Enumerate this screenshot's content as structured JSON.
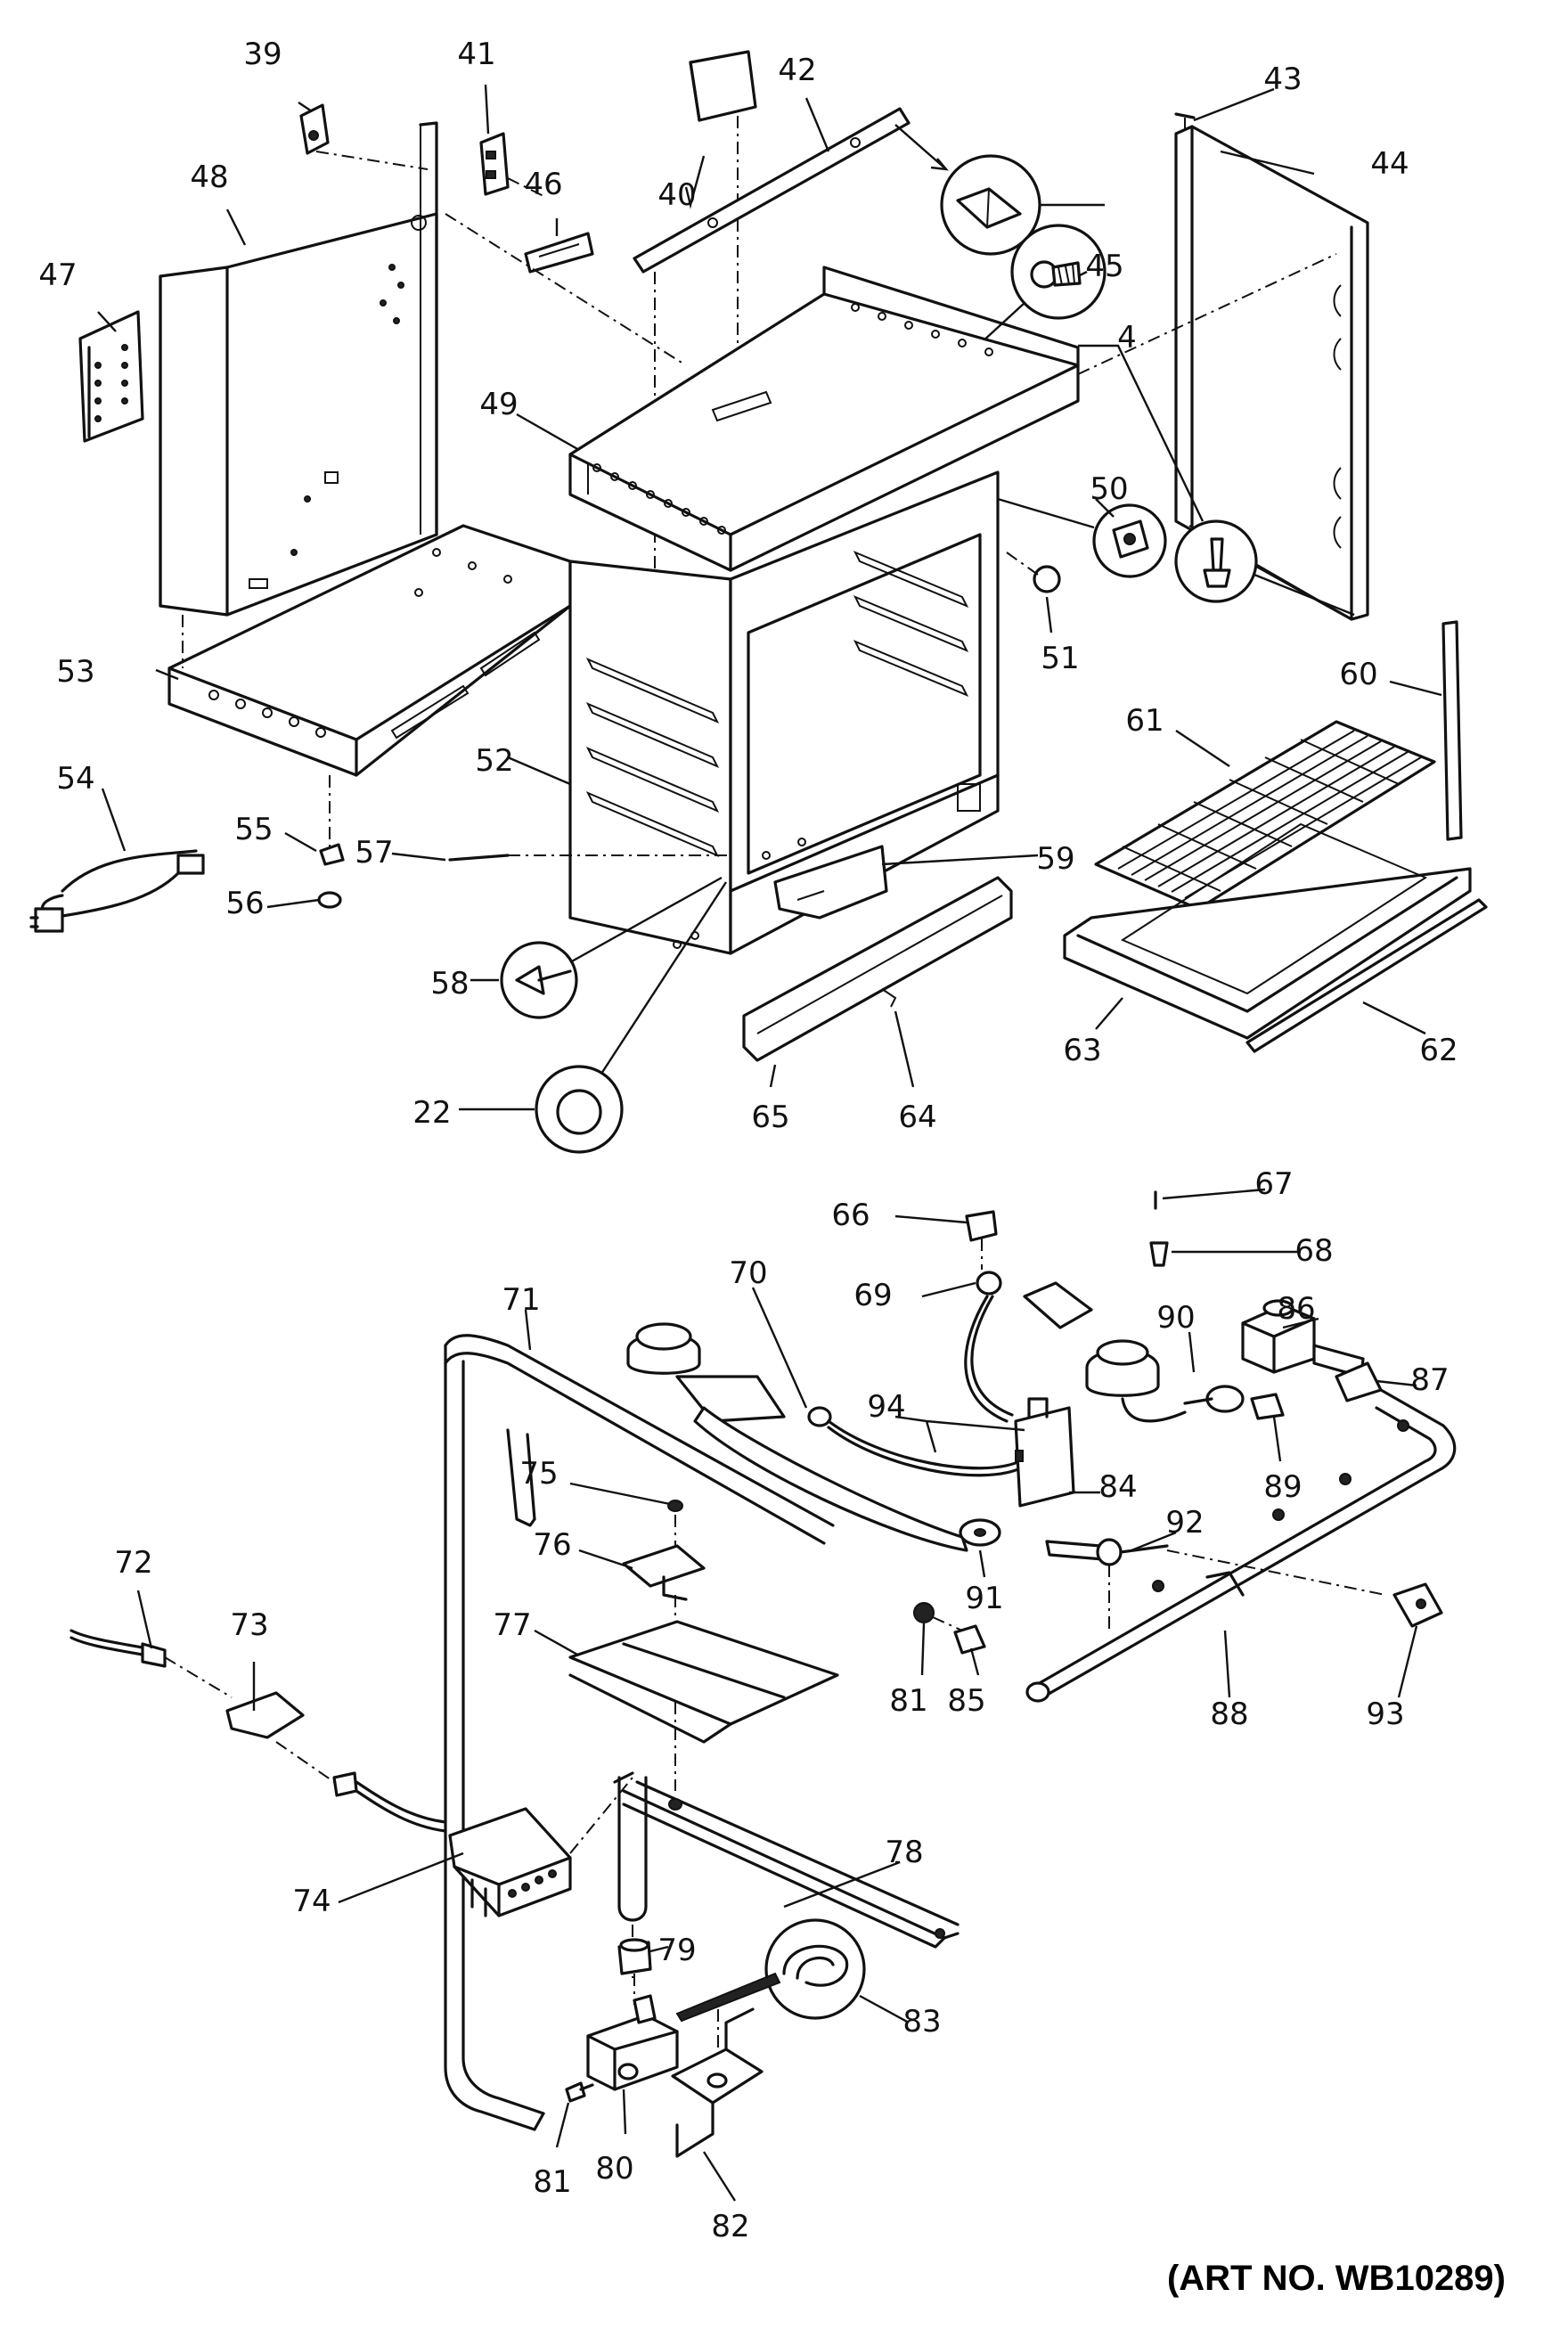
{
  "art_number": "(ART NO. WB10289)",
  "part_numbers": [
    "4",
    "22",
    "39",
    "40",
    "41",
    "42",
    "43",
    "44",
    "45",
    "46",
    "47",
    "48",
    "49",
    "50",
    "51",
    "52",
    "53",
    "54",
    "55",
    "56",
    "57",
    "58",
    "59",
    "60",
    "61",
    "62",
    "63",
    "64",
    "65",
    "66",
    "67",
    "68",
    "69",
    "70",
    "71",
    "72",
    "73",
    "74",
    "75",
    "76",
    "77",
    "78",
    "79",
    "80",
    "81",
    "82",
    "83",
    "84",
    "85",
    "86",
    "87",
    "88",
    "89",
    "90",
    "91",
    "92",
    "93",
    "94"
  ],
  "callouts": [
    {
      "text": "39"
    },
    {
      "text": "41"
    },
    {
      "text": "42"
    },
    {
      "text": "43"
    },
    {
      "text": "44"
    },
    {
      "text": "48"
    },
    {
      "text": "47"
    },
    {
      "text": "46"
    },
    {
      "text": "40"
    },
    {
      "text": "45"
    },
    {
      "text": "4"
    },
    {
      "text": "49"
    },
    {
      "text": "50"
    },
    {
      "text": "51"
    },
    {
      "text": "53"
    },
    {
      "text": "60"
    },
    {
      "text": "61"
    },
    {
      "text": "54"
    },
    {
      "text": "52"
    },
    {
      "text": "55"
    },
    {
      "text": "57"
    },
    {
      "text": "59"
    },
    {
      "text": "56"
    },
    {
      "text": "58"
    },
    {
      "text": "63"
    },
    {
      "text": "62"
    },
    {
      "text": "22"
    },
    {
      "text": "65"
    },
    {
      "text": "64"
    },
    {
      "text": "67"
    },
    {
      "text": "66"
    },
    {
      "text": "68"
    },
    {
      "text": "69"
    },
    {
      "text": "70"
    },
    {
      "text": "71"
    },
    {
      "text": "86"
    },
    {
      "text": "90"
    },
    {
      "text": "87"
    },
    {
      "text": "94"
    },
    {
      "text": "84"
    },
    {
      "text": "75"
    },
    {
      "text": "89"
    },
    {
      "text": "76"
    },
    {
      "text": "92"
    },
    {
      "text": "72"
    },
    {
      "text": "73"
    },
    {
      "text": "77"
    },
    {
      "text": "91"
    },
    {
      "text": "81"
    },
    {
      "text": "85"
    },
    {
      "text": "88"
    },
    {
      "text": "93"
    },
    {
      "text": "78"
    },
    {
      "text": "74"
    },
    {
      "text": "79"
    },
    {
      "text": "83"
    },
    {
      "text": "81"
    },
    {
      "text": "80"
    },
    {
      "text": "82"
    }
  ]
}
